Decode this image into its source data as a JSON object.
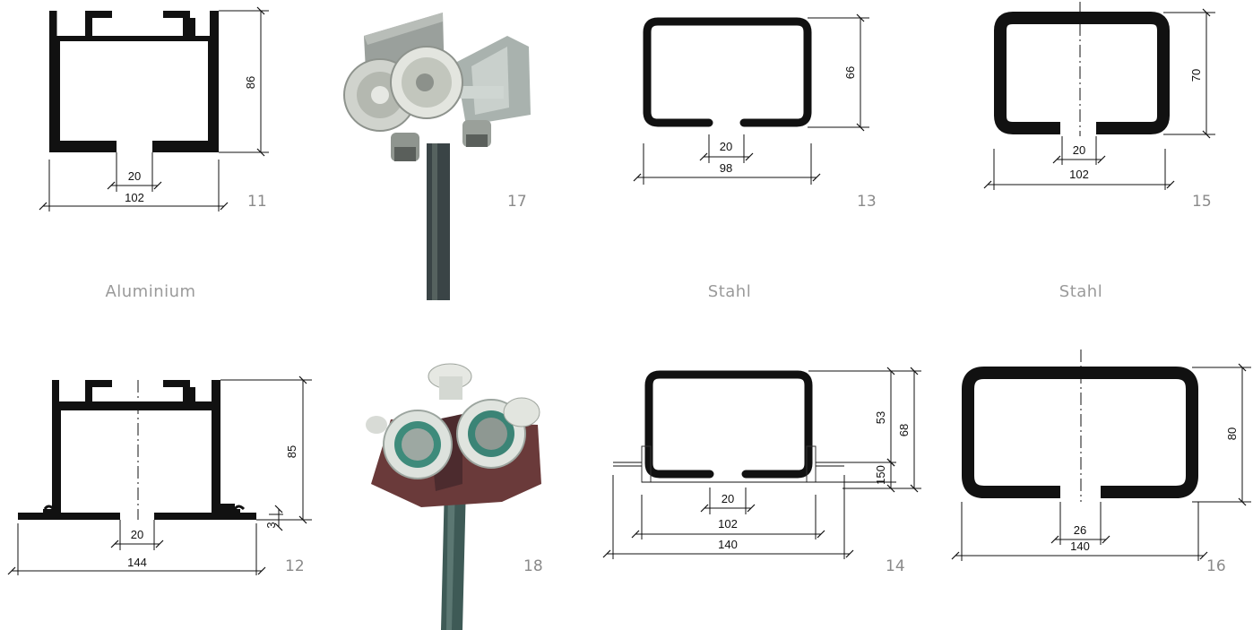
{
  "figures": {
    "f11": {
      "number": "11",
      "width": "102",
      "slot": "20",
      "height": "86"
    },
    "f12": {
      "number": "12",
      "width": "144",
      "slot": "20",
      "height": "85",
      "lip": "3"
    },
    "f13": {
      "number": "13",
      "width": "98",
      "slot": "20",
      "height": "66"
    },
    "f14": {
      "number": "14",
      "outer_width": "140",
      "width": "102",
      "slot": "20",
      "height_a": "53",
      "height_b": "68",
      "height_c": "150"
    },
    "f15": {
      "number": "15",
      "width": "102",
      "slot": "20",
      "height": "70"
    },
    "f16": {
      "number": "16",
      "width": "140",
      "slot": "26",
      "height": "80"
    },
    "f17": {
      "number": "17"
    },
    "f18": {
      "number": "18"
    }
  },
  "materials": {
    "col1": "Aluminium",
    "col3": "Stahl",
    "col4": "Stahl"
  },
  "colors": {
    "profile": "#111111",
    "caption": "#8a8a8a"
  }
}
